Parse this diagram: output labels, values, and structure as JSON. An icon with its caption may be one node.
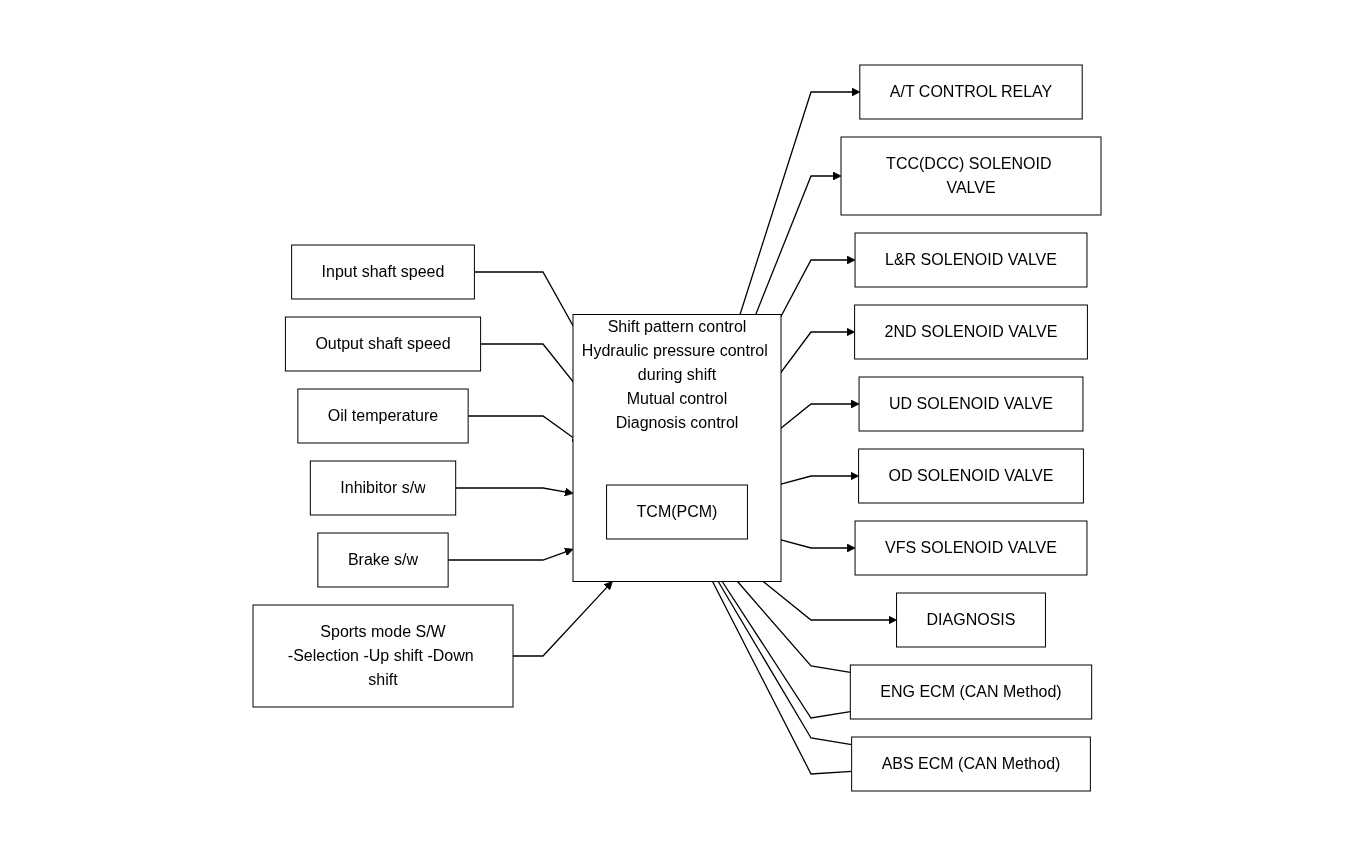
{
  "diagram": {
    "nodes": [
      {
        "text": [
          "Shift pattern control",
          "Hydraulic pressure control during shift",
          "Mutual control",
          "Diagnosis control"
        ]
      },
      {
        "text": [
          "TCM(PCM)"
        ],
        "in": 0
      },
      {
        "text": [
          "Input shaft speed"
        ]
      },
      {
        "text": [
          "Output shaft speed"
        ]
      },
      {
        "text": [
          "Oil temperature"
        ]
      },
      {
        "text": [
          "Inhibitor s/w"
        ]
      },
      {
        "text": [
          "Brake s/w"
        ]
      },
      {
        "text": [
          "Sports mode S/W",
          "-Selection -Up shift -Down shift"
        ]
      },
      {
        "text": [
          "A/T CONTROL RELAY"
        ]
      },
      {
        "text": [
          "TCC(DCC) SOLENOID VALVE"
        ]
      },
      {
        "text": [
          "L&R SOLENOID VALVE"
        ]
      },
      {
        "text": [
          "2ND SOLENOID VALVE"
        ]
      },
      {
        "text": [
          "UD SOLENOID VALVE"
        ]
      },
      {
        "text": [
          "OD SOLENOID VALVE"
        ]
      },
      {
        "text": [
          "VFS SOLENOID VALVE"
        ]
      },
      {
        "text": [
          "DIAGNOSIS"
        ]
      },
      {
        "text": [
          "ENG ECM (CAN Method)"
        ]
      },
      {
        "text": [
          "ABS ECM (CAN Method)"
        ]
      }
    ],
    "edges": [
      {
        "from": 2,
        "to": 0,
        "arrow": "to"
      },
      {
        "from": 3,
        "to": 0,
        "arrow": "to"
      },
      {
        "from": 4,
        "to": 0,
        "arrow": "to"
      },
      {
        "from": 5,
        "to": 0,
        "arrow": "to"
      },
      {
        "from": 6,
        "to": 0,
        "arrow": "to"
      },
      {
        "from": 7,
        "to": 0,
        "arrow": "to"
      },
      {
        "from": 0,
        "to": 8,
        "arrow": "to"
      },
      {
        "from": 0,
        "to": 9,
        "arrow": "to"
      },
      {
        "from": 0,
        "to": 10,
        "arrow": "to"
      },
      {
        "from": 0,
        "to": 11,
        "arrow": "to"
      },
      {
        "from": 0,
        "to": 12,
        "arrow": "to"
      },
      {
        "from": 0,
        "to": 13,
        "arrow": "to"
      },
      {
        "from": 0,
        "to": 14,
        "arrow": "to"
      },
      {
        "from": 0,
        "to": 15,
        "arrow": "to"
      },
      {
        "from": 0,
        "to": 16,
        "arrow": "none"
      },
      {
        "from": 0,
        "to": 17,
        "arrow": "none"
      },
      {
        "from": 0,
        "to": 16,
        "arrow": "none"
      },
      {
        "from": 0,
        "to": 17,
        "arrow": "none"
      }
    ]
  }
}
